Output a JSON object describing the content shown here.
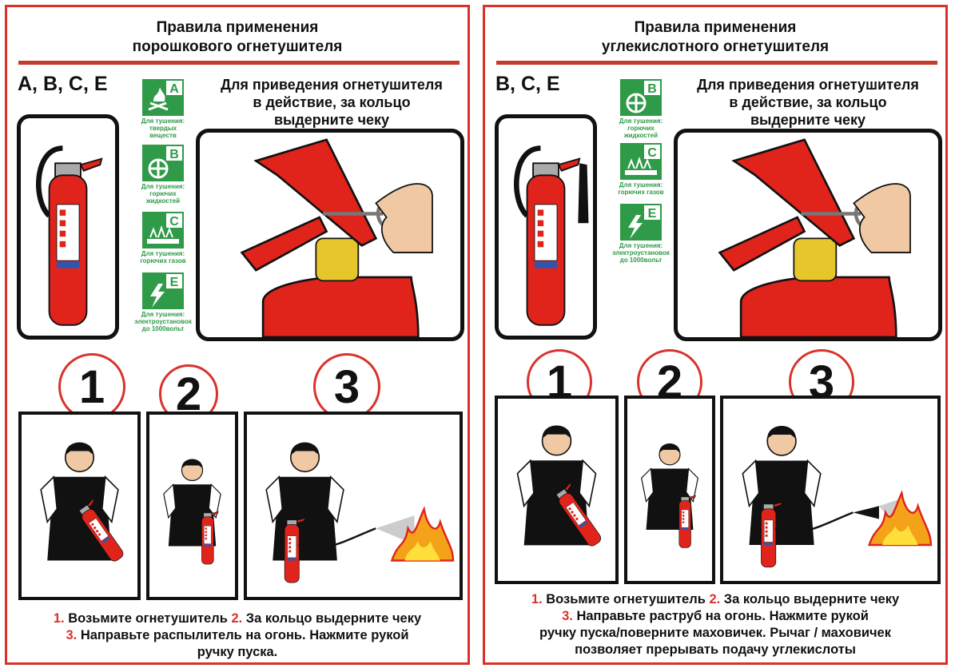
{
  "left": {
    "title_line1": "Правила применения",
    "title_line2": "порошкового огнетушителя",
    "classes": "A, B, C, E",
    "instruction_line1": "Для приведения огнетушителя",
    "instruction_line2": "в действие, за кольцо",
    "instruction_line3": "выдерните чеку",
    "fire_classes": [
      {
        "letter": "A",
        "cap1": "Для тушения:",
        "cap2": "твердых",
        "cap3": "веществ",
        "icon": "solid-fire-icon"
      },
      {
        "letter": "B",
        "cap1": "Для тушения:",
        "cap2": "горючих",
        "cap3": "жидкостей",
        "icon": "liquid-fire-icon"
      },
      {
        "letter": "C",
        "cap1": "Для тушения:",
        "cap2": "горючих газов",
        "cap3": "",
        "icon": "gas-fire-icon"
      },
      {
        "letter": "E",
        "cap1": "Для тушения:",
        "cap2": "электроустановок",
        "cap3": "до 1000вольт",
        "icon": "electric-icon"
      }
    ],
    "steps": [
      "1",
      "2",
      "3"
    ],
    "bottom": {
      "n1": "1.",
      "t1": " Возьмите огнетушитель ",
      "n2": "2.",
      "t2": " За кольцо выдерните чеку",
      "n3": "3.",
      "t3": " Направьте распылитель на огонь. Нажмите рукой",
      "t4": "ручку пуска."
    }
  },
  "right": {
    "title_line1": "Правила применения",
    "title_line2": "углекислотного огнетушителя",
    "classes": "B, C, E",
    "instruction_line1": "Для приведения огнетушителя",
    "instruction_line2": "в действие, за кольцо",
    "instruction_line3": "выдерните чеку",
    "fire_classes": [
      {
        "letter": "B",
        "cap1": "Для тушения:",
        "cap2": "горючих",
        "cap3": "жидкостей",
        "icon": "liquid-fire-icon"
      },
      {
        "letter": "C",
        "cap1": "Для тушения:",
        "cap2": "горючих газов",
        "cap3": "",
        "icon": "gas-fire-icon"
      },
      {
        "letter": "E",
        "cap1": "Для тушения:",
        "cap2": "электроустановок",
        "cap3": "до 1000вольт",
        "icon": "electric-icon"
      }
    ],
    "steps": [
      "1",
      "2",
      "3"
    ],
    "bottom": {
      "n1": "1.",
      "t1": " Возьмите огнетушитель ",
      "n2": "2.",
      "t2": " За кольцо выдерните чеку",
      "n3": "3.",
      "t3": " Направьте раструб на огонь. Нажмите рукой",
      "t4": "ручку пуска/поверните маховичек. Рычаг / маховичек",
      "t5": "позволяет прерывать подачу углекислоты"
    }
  },
  "colors": {
    "accent_red": "#d9322b",
    "class_green": "#2f9a48",
    "extinguisher_red": "#e0241b"
  }
}
